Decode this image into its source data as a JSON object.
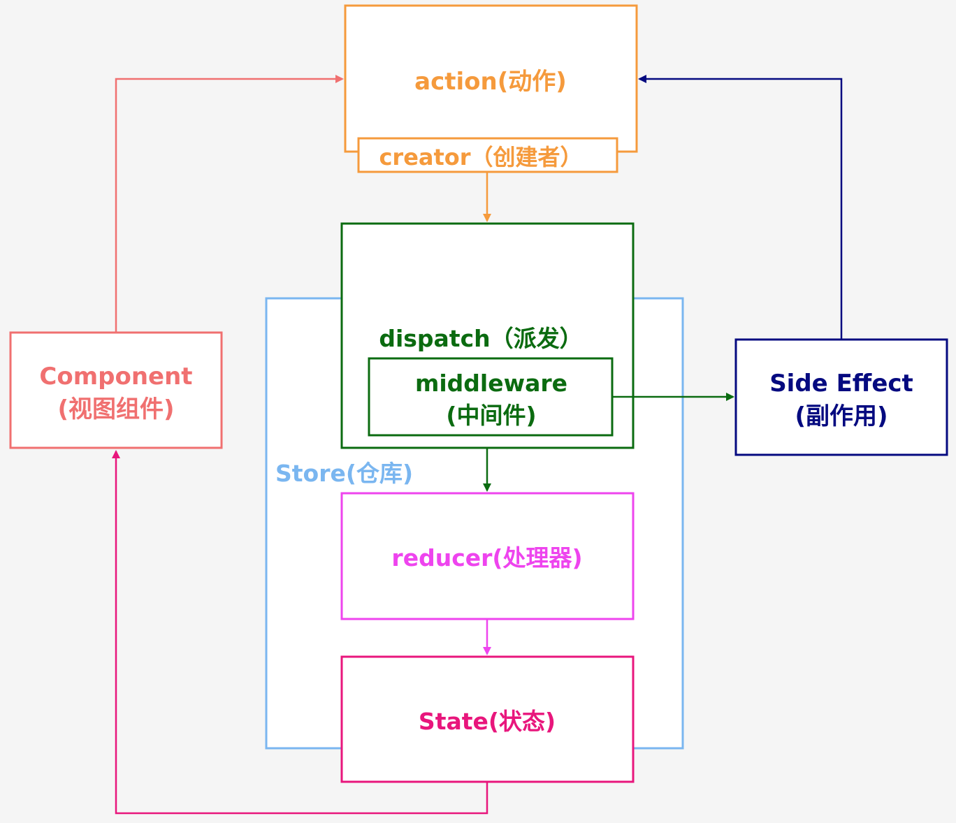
{
  "colors": {
    "action": "#f59a3c",
    "store": "#7ab6f0",
    "dispatch": "#0b6b10",
    "side_effect": "#050a80",
    "component": "#f07070",
    "reducer": "#ee44ee",
    "state": "#e8167c",
    "background": "#f5f5f5"
  },
  "nodes": {
    "action": {
      "label": "action(动作)"
    },
    "creator": {
      "label": "creator（创建者）"
    },
    "dispatch": {
      "label": "dispatch（派发）"
    },
    "middleware": {
      "line1": "middleware",
      "line2": "(中间件)"
    },
    "store": {
      "label": "Store(仓库)"
    },
    "reducer": {
      "label": "reducer(处理器)"
    },
    "state": {
      "label": "State(状态)"
    },
    "component": {
      "line1": "Component",
      "line2": "(视图组件)"
    },
    "side_effect": {
      "line1": "Side Effect",
      "line2": "(副作用)"
    }
  },
  "edges": [
    {
      "from": "creator",
      "to": "dispatch"
    },
    {
      "from": "dispatch",
      "to": "reducer"
    },
    {
      "from": "reducer",
      "to": "state"
    },
    {
      "from": "state",
      "to": "component"
    },
    {
      "from": "component",
      "to": "action"
    },
    {
      "from": "middleware",
      "to": "side_effect"
    },
    {
      "from": "side_effect",
      "to": "action"
    }
  ]
}
